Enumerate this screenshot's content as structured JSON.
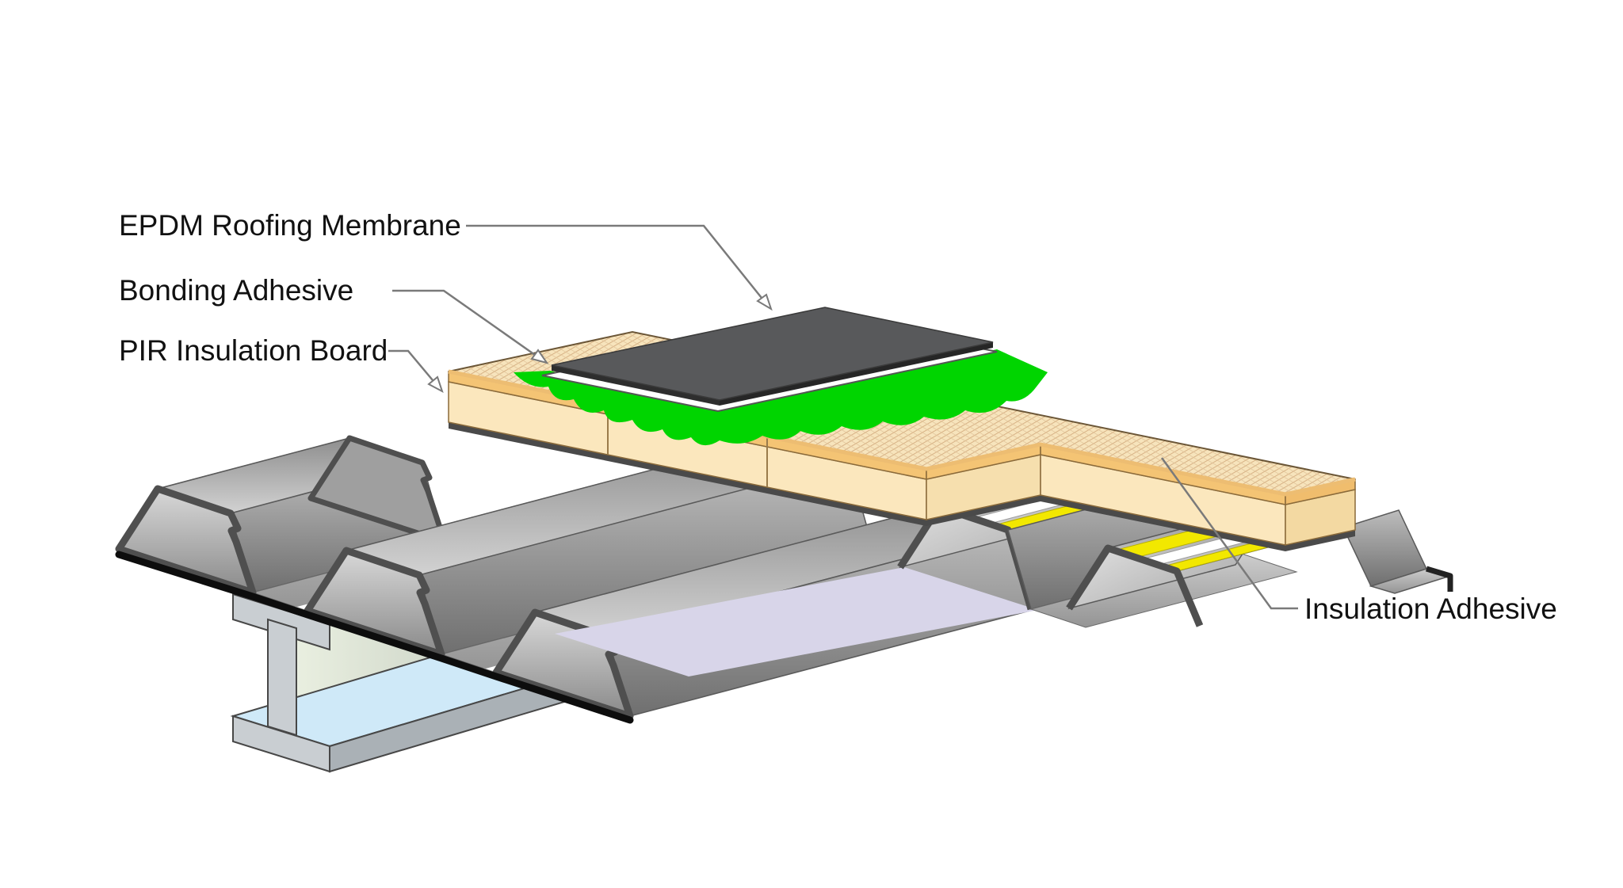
{
  "labels": {
    "epdm": "EPDM Roofing Membrane",
    "bonding": "Bonding Adhesive",
    "pir": "PIR Insulation Board",
    "insulation_adhesive": "Insulation Adhesive"
  },
  "colors": {
    "background": "#ffffff",
    "label_text": "#111111",
    "leader": "#7a7a7a",
    "membrane": "#58595b",
    "membrane_edge": "#2e2e2e",
    "underlay_white": "#ffffff",
    "bonding_adhesive_green": "#00d500",
    "board_top_cream": "#f7e4bc",
    "board_face_cream": "#fbe7bd",
    "board_facer_tan": "#f4c474",
    "board_hatch": "#d9b487",
    "board_underside": "#4a4a4a",
    "insulation_adhesive_yellow": "#f2e800",
    "deck_crest_gray": "#a9a9a9",
    "deck_cut_edge": "#4f4f4f",
    "deck_underside_black": "#0d0d0d",
    "valley_lavender": "#d8d5e9",
    "beam_flange_top_blue": "#cfe9f8",
    "beam_web_sage": "#dde6d2"
  }
}
